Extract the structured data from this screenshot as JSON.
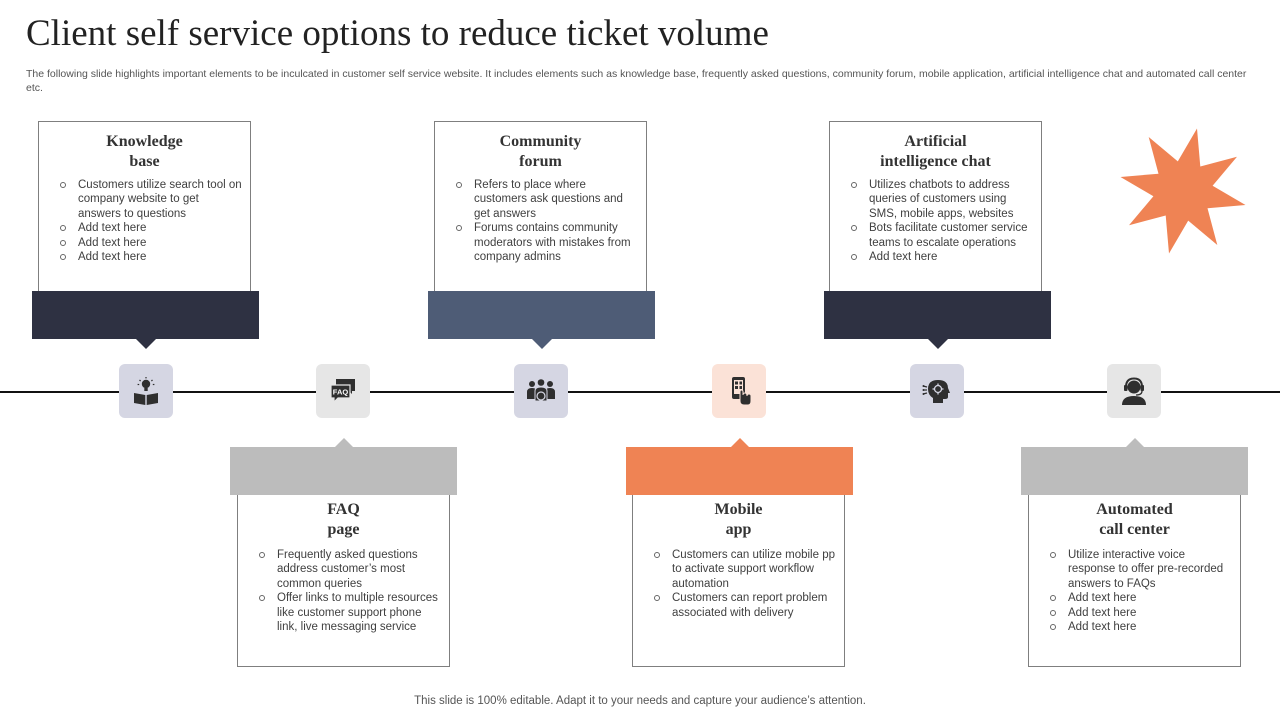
{
  "title": "Client self service options to reduce ticket volume",
  "subtitle": "The following slide highlights important elements to be inculcated in customer self service website. It includes elements such as knowledge base, frequently asked questions, community forum, mobile application, artificial intelligence chat and automated call center etc.",
  "footer": "This slide is 100% editable. Adapt it to your needs and capture your audience’s attention.",
  "colors": {
    "dark_navy": "#2e3142",
    "slate_blue": "#4e5c76",
    "gray": "#bcbcbc",
    "orange": "#ef8354",
    "icon_bg_lavender": "#d5d6e3",
    "icon_bg_light_gray": "#e6e6e6",
    "icon_bg_peach": "#fbe2d7",
    "icon_fill": "#2f2f2f"
  },
  "items": [
    {
      "title_line1": "Knowledge",
      "title_line2": "base",
      "icon": "lightbulb-book-icon",
      "bullets": [
        "Customers utilize search tool on company website to get answers to questions",
        "Add text here",
        "Add text here",
        "Add text here"
      ]
    },
    {
      "title_line1": "FAQ",
      "title_line2": "page",
      "icon": "faq-chat-icon",
      "icon_text": "FAQ",
      "bullets": [
        "Frequently asked questions address customer’s most common queries",
        "Offer links to multiple resources like customer support phone link, live messaging service"
      ]
    },
    {
      "title_line1": "Community",
      "title_line2": "forum",
      "icon": "people-group-icon",
      "bullets": [
        "Refers to place where customers ask questions and get answers",
        "Forums contains community moderators with mistakes from company admins"
      ]
    },
    {
      "title_line1": "Mobile",
      "title_line2": "app",
      "icon": "mobile-touch-icon",
      "bullets": [
        "Customers can utilize mobile pp to activate support workflow automation",
        "Customers can report problem associated with delivery"
      ]
    },
    {
      "title_line1": "Artificial",
      "title_line2": "intelligence chat",
      "icon": "ai-head-icon",
      "bullets": [
        "Utilizes chatbots to address queries of customers using SMS,  mobile apps, websites",
        "Bots facilitate customer service teams to escalate operations",
        "Add text here"
      ]
    },
    {
      "title_line1": "Automated",
      "title_line2": "call center",
      "icon": "headset-agent-icon",
      "bullets": [
        "Utilize interactive voice response to offer pre-recorded answers to FAQs",
        "Add text here",
        "Add text here",
        "Add text here"
      ]
    }
  ]
}
